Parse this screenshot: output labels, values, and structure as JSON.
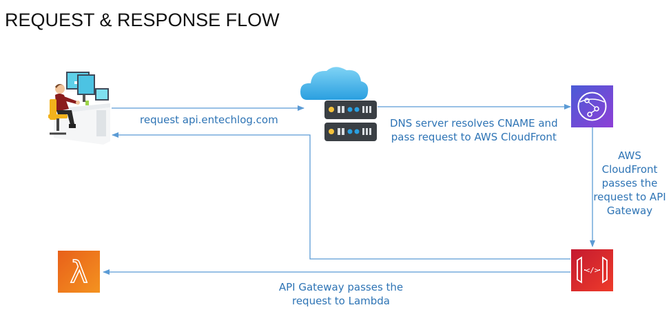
{
  "title": "REQUEST & RESPONSE FLOW",
  "nodes": {
    "user": {
      "icon": "user-at-computer-icon"
    },
    "dns": {
      "icon": "cloud-server-icon"
    },
    "cloudfront": {
      "icon": "aws-cloudfront-icon",
      "color": "#7b3fd1"
    },
    "api_gateway": {
      "icon": "aws-api-gateway-icon",
      "glyph": "</>",
      "color": "#d8252b"
    },
    "lambda": {
      "icon": "aws-lambda-icon",
      "glyph": "λ",
      "color": "#f07a16"
    }
  },
  "labels": {
    "request": "request api.entechlog.com",
    "dns_line1": "DNS server resolves CNAME and",
    "dns_line2": "pass request to AWS CloudFront",
    "cf_line1": "AWS",
    "cf_line2": "CloudFront",
    "cf_line3": "passes the",
    "cf_line4": "request to API",
    "cf_line5": "Gateway",
    "lambda_line1": "API Gateway passes the",
    "lambda_line2": "request to Lambda"
  },
  "colors": {
    "arrow": "#5b9bd5",
    "label": "#2e74b5"
  }
}
